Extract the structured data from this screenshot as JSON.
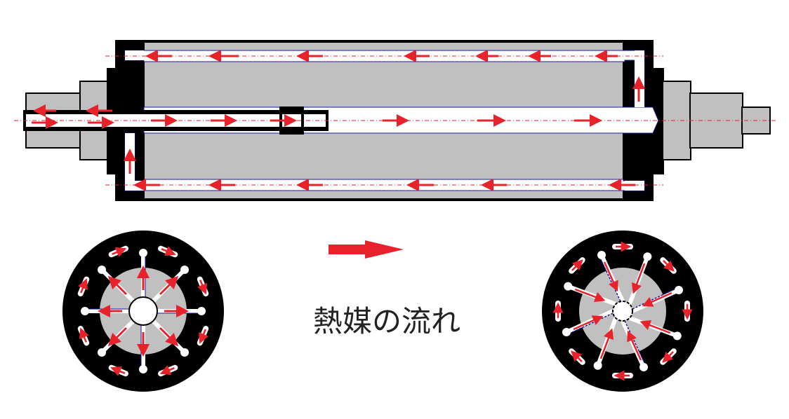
{
  "caption": "熱媒の流れ",
  "colors": {
    "background": "#ffffff",
    "body_fill": "#c0c0c0",
    "wall": "#000000",
    "flow_arrow": "#e8222a",
    "channel_outline": "#1a1aa0",
    "centerline": "#e8222a"
  },
  "icons": {
    "legend_arrow": "flow-direction-arrow",
    "flow_arrows": "red-arrow"
  },
  "views": [
    "roll-longitudinal-section",
    "cross-section-radial-spokes",
    "cross-section-angled-spokes"
  ]
}
